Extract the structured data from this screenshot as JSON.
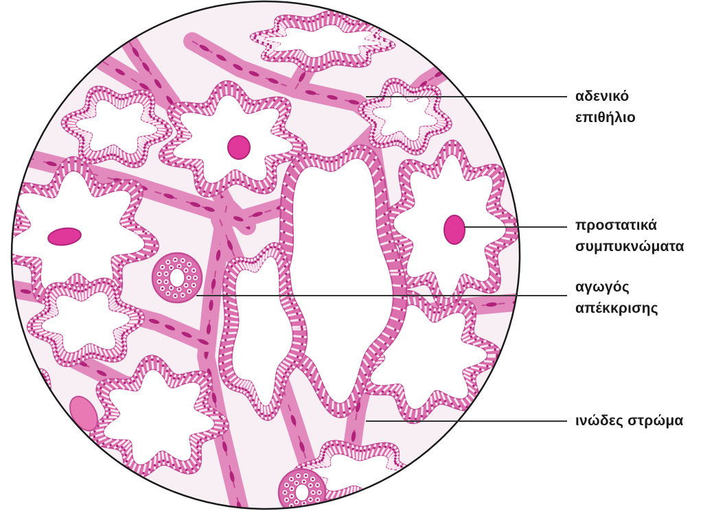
{
  "labels": {
    "glandular_epithelium": {
      "line1": "αδενικό",
      "line2": "επιθήλιο"
    },
    "prostatic_concretions": {
      "line1": "προστατικά",
      "line2": "συμπυκνώματα"
    },
    "excretory_duct": {
      "line1": "αγωγός",
      "line2": "απέκκρισης"
    },
    "fibromuscular_stroma": {
      "line1": "ινώδες στρώμα"
    }
  },
  "colors": {
    "background": "#f7eef3",
    "stroma": "#e289bd",
    "stroma_dark": "#c54a95",
    "epithelium": "#db6fae",
    "cell_fill": "#fbe9f2",
    "nucleus": "#b0237a",
    "concretion": "#e0389a",
    "outline": "#1a1a1a",
    "leader_line": "#333333"
  }
}
